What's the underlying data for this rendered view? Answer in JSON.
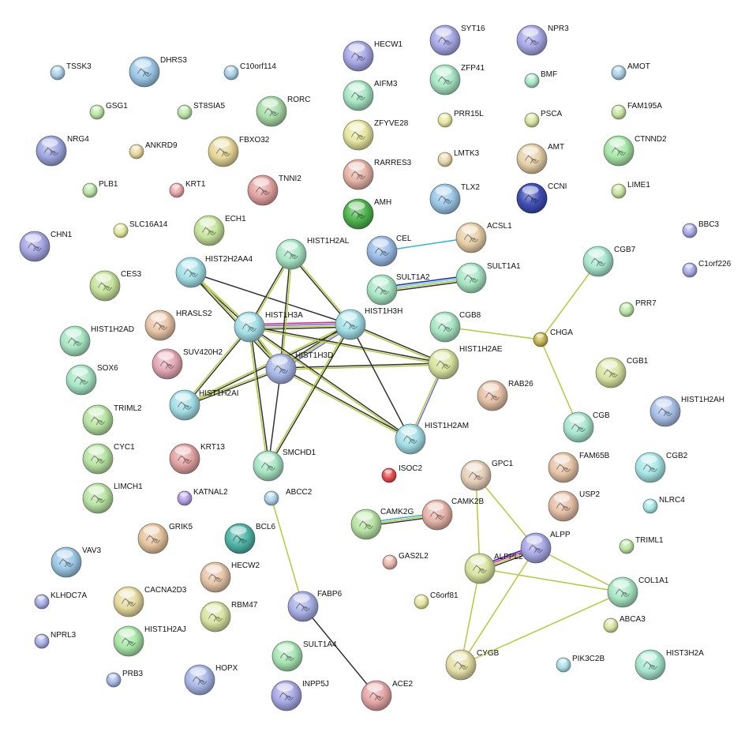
{
  "nodes": [
    {
      "id": "TSSK3",
      "label": "TSSK3",
      "color": "#a9cfe6"
    },
    {
      "id": "DHRS3",
      "label": "DHRS3",
      "color": "#9cc8e6"
    },
    {
      "id": "C10orf114",
      "label": "C10orf114",
      "color": "#a9cfe6"
    },
    {
      "id": "GSG1",
      "label": "GSG1",
      "color": "#b9e4a4"
    },
    {
      "id": "ST8SIA5",
      "label": "ST8SIA5",
      "color": "#b9e4a4"
    },
    {
      "id": "RORC",
      "label": "RORC",
      "color": "#a8dba8"
    },
    {
      "id": "NRG4",
      "label": "NRG4",
      "color": "#9fa8e0"
    },
    {
      "id": "ANKRD9",
      "label": "ANKRD9",
      "color": "#e6d7a0"
    },
    {
      "id": "FBXO32",
      "label": "FBXO32",
      "color": "#e6d799"
    },
    {
      "id": "PLB1",
      "label": "PLB1",
      "color": "#b9e4a4"
    },
    {
      "id": "KRT1",
      "label": "KRT1",
      "color": "#e8a7a7"
    },
    {
      "id": "TNNI2",
      "label": "TNNI2",
      "color": "#e3a3a3"
    },
    {
      "id": "SLC16A14",
      "label": "SLC16A14",
      "color": "#e4e8a0"
    },
    {
      "id": "ECH1",
      "label": "ECH1",
      "color": "#c7e39c"
    },
    {
      "id": "CHN1",
      "label": "CHN1",
      "color": "#a8a8e6"
    },
    {
      "id": "CES3",
      "label": "CES3",
      "color": "#c7e39c"
    },
    {
      "id": "HIST2H2AA4",
      "label": "HIST2H2AA4",
      "color": "#a3dfe6"
    },
    {
      "id": "HIST1H2AL",
      "label": "HIST1H2AL",
      "color": "#a8e6c5"
    },
    {
      "id": "HIST1H2AD",
      "label": "HIST1H2AD",
      "color": "#a8e6c5"
    },
    {
      "id": "HRASLS2",
      "label": "HRASLS2",
      "color": "#e8c5a8"
    },
    {
      "id": "HIST1H3A",
      "label": "HIST1H3A",
      "color": "#a3dfe6"
    },
    {
      "id": "HIST1H3H",
      "label": "HIST1H3H",
      "color": "#a3dfe6"
    },
    {
      "id": "SUV420H2",
      "label": "SUV420H2",
      "color": "#e3a8b5"
    },
    {
      "id": "HIST1H3D",
      "label": "HIST1H3D",
      "color": "#a9b7e6"
    },
    {
      "id": "SOX6",
      "label": "SOX6",
      "color": "#a8e6c5"
    },
    {
      "id": "HIST1H2AI",
      "label": "HIST1H2AI",
      "color": "#a3dfe6"
    },
    {
      "id": "TRIML2",
      "label": "TRIML2",
      "color": "#b9e4a4"
    },
    {
      "id": "CYC1",
      "label": "CYC1",
      "color": "#b9e4a4"
    },
    {
      "id": "KRT13",
      "label": "KRT13",
      "color": "#e3a3a3"
    },
    {
      "id": "SMCHD1",
      "label": "SMCHD1",
      "color": "#a8e6c5"
    },
    {
      "id": "LIMCH1",
      "label": "LIMCH1",
      "color": "#b9e4a4"
    },
    {
      "id": "KATNAL2",
      "label": "KATNAL2",
      "color": "#b49ce6"
    },
    {
      "id": "ABCC2",
      "label": "ABCC2",
      "color": "#a9cfe6"
    },
    {
      "id": "GRIK5",
      "label": "GRIK5",
      "color": "#e6c6a0"
    },
    {
      "id": "BCL6",
      "label": "BCL6",
      "color": "#4fb5a8"
    },
    {
      "id": "VAV3",
      "label": "VAV3",
      "color": "#9cc8e6"
    },
    {
      "id": "HECW2",
      "label": "HECW2",
      "color": "#e6c6a8"
    },
    {
      "id": "KLHDC7A",
      "label": "KLHDC7A",
      "color": "#a8ace6"
    },
    {
      "id": "CACNA2D3",
      "label": "CACNA2D3",
      "color": "#e6dba0"
    },
    {
      "id": "RBM47",
      "label": "RBM47",
      "color": "#d9e3a0"
    },
    {
      "id": "HIST1H2AJ",
      "label": "HIST1H2AJ",
      "color": "#a8e6a8"
    },
    {
      "id": "NPRL3",
      "label": "NPRL3",
      "color": "#a8ace6"
    },
    {
      "id": "FABP6",
      "label": "FABP6",
      "color": "#a9b0e6"
    },
    {
      "id": "SULT1A4",
      "label": "SULT1A4",
      "color": "#a8e6b4"
    },
    {
      "id": "PRB3",
      "label": "PRB3",
      "color": "#a9b7e6"
    },
    {
      "id": "HOPX",
      "label": "HOPX",
      "color": "#a9b7e6"
    },
    {
      "id": "INPP5J",
      "label": "INPP5J",
      "color": "#a9a9e6"
    },
    {
      "id": "ACE2",
      "label": "ACE2",
      "color": "#e6a8a8"
    },
    {
      "id": "HECW1",
      "label": "HECW1",
      "color": "#a9a9e6"
    },
    {
      "id": "AIFM3",
      "label": "AIFM3",
      "color": "#a8e6c5"
    },
    {
      "id": "ZFYVE28",
      "label": "ZFYVE28",
      "color": "#e6e6a0"
    },
    {
      "id": "RARRES3",
      "label": "RARRES3",
      "color": "#e6b4a8"
    },
    {
      "id": "AMH",
      "label": "AMH",
      "color": "#4fb54f"
    },
    {
      "id": "SYT16",
      "label": "SYT16",
      "color": "#a9a9e6"
    },
    {
      "id": "ZFP41",
      "label": "ZFP41",
      "color": "#a8e6c5"
    },
    {
      "id": "PRR15L",
      "label": "PRR15L",
      "color": "#e6e6a0"
    },
    {
      "id": "LMTK3",
      "label": "LMTK3",
      "color": "#e6d7a8"
    },
    {
      "id": "TLX2",
      "label": "TLX2",
      "color": "#9cc8e6"
    },
    {
      "id": "CEL",
      "label": "CEL",
      "color": "#9cbce6"
    },
    {
      "id": "ACSL1",
      "label": "ACSL1",
      "color": "#e6d0a8"
    },
    {
      "id": "SULT1A2",
      "label": "SULT1A2",
      "color": "#a8e6c5"
    },
    {
      "id": "SULT1A1",
      "label": "SULT1A1",
      "color": "#a8e6c5"
    },
    {
      "id": "CGB8",
      "label": "CGB8",
      "color": "#a8e6c5"
    },
    {
      "id": "HIST1H2AE",
      "label": "HIST1H2AE",
      "color": "#d9e3a0"
    },
    {
      "id": "HIST1H2AM",
      "label": "HIST1H2AM",
      "color": "#a3dfe6"
    },
    {
      "id": "RAB26",
      "label": "RAB26",
      "color": "#e6c0a8"
    },
    {
      "id": "ISOC2",
      "label": "ISOC2",
      "color": "#e64f4f"
    },
    {
      "id": "GPC1",
      "label": "GPC1",
      "color": "#e6cfb9"
    },
    {
      "id": "CAMK2G",
      "label": "CAMK2G",
      "color": "#b9e4a4"
    },
    {
      "id": "CAMK2B",
      "label": "CAMK2B",
      "color": "#e6b4a8"
    },
    {
      "id": "GAS2L2",
      "label": "GAS2L2",
      "color": "#e6b4a8"
    },
    {
      "id": "C6orf81",
      "label": "C6orf81",
      "color": "#e6e6a0"
    },
    {
      "id": "ALPPL2",
      "label": "ALPPL2",
      "color": "#d9e3a0"
    },
    {
      "id": "CYGB",
      "label": "CYGB",
      "color": "#e6e0a8"
    },
    {
      "id": "NPR3",
      "label": "NPR3",
      "color": "#a9a9e6"
    },
    {
      "id": "BMF",
      "label": "BMF",
      "color": "#a8e6c5"
    },
    {
      "id": "PSCA",
      "label": "PSCA",
      "color": "#d9e3a0"
    },
    {
      "id": "AMT",
      "label": "AMT",
      "color": "#e6d0a8"
    },
    {
      "id": "CCNI",
      "label": "CCNI",
      "color": "#3f4fb5"
    },
    {
      "id": "AMOT",
      "label": "AMOT",
      "color": "#a9cfe6"
    },
    {
      "id": "FAM195A",
      "label": "FAM195A",
      "color": "#c7e39c"
    },
    {
      "id": "CTNND2",
      "label": "CTNND2",
      "color": "#a8e6a8"
    },
    {
      "id": "LIME1",
      "label": "LIME1",
      "color": "#c7e39c"
    },
    {
      "id": "BBC3",
      "label": "BBC3",
      "color": "#a9a9e6"
    },
    {
      "id": "C1orf226",
      "label": "C1orf226",
      "color": "#a9a9e6"
    },
    {
      "id": "CGB7",
      "label": "CGB7",
      "color": "#a8e6d0"
    },
    {
      "id": "PRR7",
      "label": "PRR7",
      "color": "#b9e4a4"
    },
    {
      "id": "CHGA",
      "label": "CHGA",
      "color": "#c7b54f"
    },
    {
      "id": "CGB1",
      "label": "CGB1",
      "color": "#d9e3a0"
    },
    {
      "id": "HIST1H2AH",
      "label": "HIST1H2AH",
      "color": "#a9c0e6"
    },
    {
      "id": "CGB",
      "label": "CGB",
      "color": "#a8e6d0"
    },
    {
      "id": "FAM65B",
      "label": "FAM65B",
      "color": "#e6c6a8"
    },
    {
      "id": "CGB2",
      "label": "CGB2",
      "color": "#a8e6e6"
    },
    {
      "id": "NLRC4",
      "label": "NLRC4",
      "color": "#a8e6e6"
    },
    {
      "id": "USP2",
      "label": "USP2",
      "color": "#e6c0a8"
    },
    {
      "id": "ALPP",
      "label": "ALPP",
      "color": "#a9a9e6"
    },
    {
      "id": "TRIML1",
      "label": "TRIML1",
      "color": "#b9e4a4"
    },
    {
      "id": "COL1A1",
      "label": "COL1A1",
      "color": "#a8e6c5"
    },
    {
      "id": "ABCA3",
      "label": "ABCA3",
      "color": "#d9e3a0"
    },
    {
      "id": "PIK3C2B",
      "label": "PIK3C2B",
      "color": "#a8dfe6"
    },
    {
      "id": "HIST3H2A",
      "label": "HIST3H2A",
      "color": "#a8e6d0"
    }
  ],
  "edges": [
    {
      "a": "CEL",
      "b": "ACSL1",
      "colors": [
        "#29b6d6"
      ]
    },
    {
      "a": "SULT1A2",
      "b": "SULT1A1",
      "colors": [
        "#1f1fd6",
        "#6ad0d6",
        "#b5c93c",
        "#333333"
      ]
    },
    {
      "a": "CAMK2G",
      "b": "CAMK2B",
      "colors": [
        "#29b6d6",
        "#b5c93c",
        "#333333"
      ]
    },
    {
      "a": "ALPPL2",
      "b": "ALPP",
      "colors": [
        "#1f1fd6",
        "#e0208a",
        "#b5c93c",
        "#333333"
      ]
    },
    {
      "a": "HIST1H3A",
      "b": "HIST1H3H",
      "colors": [
        "#e0208a",
        "#6a6ad6",
        "#b5c93c",
        "#333333"
      ]
    },
    {
      "a": "HIST1H3A",
      "b": "HIST1H3D",
      "colors": [
        "#b5c93c",
        "#333333"
      ]
    },
    {
      "a": "HIST1H3H",
      "b": "HIST1H3D",
      "colors": [
        "#6a6ad6",
        "#b5c93c",
        "#333333"
      ]
    },
    {
      "a": "HIST2H2AA4",
      "b": "HIST1H3A",
      "colors": [
        "#b5c93c",
        "#333333"
      ]
    },
    {
      "a": "HIST2H2AA4",
      "b": "HIST1H3H",
      "colors": [
        "#333333"
      ]
    },
    {
      "a": "HIST2H2AA4",
      "b": "HIST1H3D",
      "colors": [
        "#b5c93c",
        "#333333"
      ]
    },
    {
      "a": "HIST1H2AL",
      "b": "HIST1H3A",
      "colors": [
        "#b5c93c",
        "#333333"
      ]
    },
    {
      "a": "HIST1H2AL",
      "b": "HIST1H3H",
      "colors": [
        "#b5c93c",
        "#333333"
      ]
    },
    {
      "a": "HIST1H2AL",
      "b": "HIST1H3D",
      "colors": [
        "#b5c93c",
        "#333333"
      ]
    },
    {
      "a": "HIST1H2AI",
      "b": "HIST1H3A",
      "colors": [
        "#b5c93c",
        "#333333"
      ]
    },
    {
      "a": "HIST1H2AI",
      "b": "HIST1H3H",
      "colors": [
        "#b5c93c",
        "#333333"
      ]
    },
    {
      "a": "HIST1H2AI",
      "b": "HIST1H3D",
      "colors": [
        "#b5c93c",
        "#333333"
      ]
    },
    {
      "a": "HIST1H2AE",
      "b": "HIST1H3A",
      "colors": [
        "#b5c93c",
        "#333333"
      ]
    },
    {
      "a": "HIST1H2AE",
      "b": "HIST1H3H",
      "colors": [
        "#b5c93c",
        "#333333"
      ]
    },
    {
      "a": "HIST1H2AE",
      "b": "HIST1H3D",
      "colors": [
        "#b5c93c",
        "#333333"
      ]
    },
    {
      "a": "HIST1H2AM",
      "b": "HIST1H3A",
      "colors": [
        "#b5c93c",
        "#333333"
      ]
    },
    {
      "a": "HIST1H2AM",
      "b": "HIST1H3H",
      "colors": [
        "#333333"
      ]
    },
    {
      "a": "HIST1H2AM",
      "b": "HIST1H3D",
      "colors": [
        "#b5c93c",
        "#333333"
      ]
    },
    {
      "a": "HIST1H2AE",
      "b": "HIST1H2AM",
      "colors": [
        "#6a6ad6",
        "#b5c93c"
      ]
    },
    {
      "a": "SMCHD1",
      "b": "HIST1H3A",
      "colors": [
        "#b5c93c",
        "#333333"
      ]
    },
    {
      "a": "SMCHD1",
      "b": "HIST1H3H",
      "colors": [
        "#b5c93c",
        "#333333"
      ]
    },
    {
      "a": "SMCHD1",
      "b": "HIST1H3D",
      "colors": [
        "#333333"
      ]
    },
    {
      "a": "ABCC2",
      "b": "FABP6",
      "colors": [
        "#b5c93c"
      ]
    },
    {
      "a": "FABP6",
      "b": "ACE2",
      "colors": [
        "#333333"
      ]
    },
    {
      "a": "CGB8",
      "b": "CHGA",
      "colors": [
        "#b5c93c"
      ]
    },
    {
      "a": "CGB7",
      "b": "CHGA",
      "colors": [
        "#b5c93c"
      ]
    },
    {
      "a": "CHGA",
      "b": "CGB",
      "colors": [
        "#b5c93c"
      ]
    },
    {
      "a": "GPC1",
      "b": "ALPP",
      "colors": [
        "#b5c93c"
      ]
    },
    {
      "a": "GPC1",
      "b": "ALPPL2",
      "colors": [
        "#b5c93c"
      ]
    },
    {
      "a": "ALPP",
      "b": "COL1A1",
      "colors": [
        "#b5c93c"
      ]
    },
    {
      "a": "ALPPL2",
      "b": "COL1A1",
      "colors": [
        "#b5c93c"
      ]
    },
    {
      "a": "ALPP",
      "b": "CYGB",
      "colors": [
        "#b5c93c"
      ]
    },
    {
      "a": "ALPPL2",
      "b": "CYGB",
      "colors": [
        "#b5c93c"
      ]
    },
    {
      "a": "CYGB",
      "b": "COL1A1",
      "colors": [
        "#b5c93c"
      ]
    }
  ]
}
